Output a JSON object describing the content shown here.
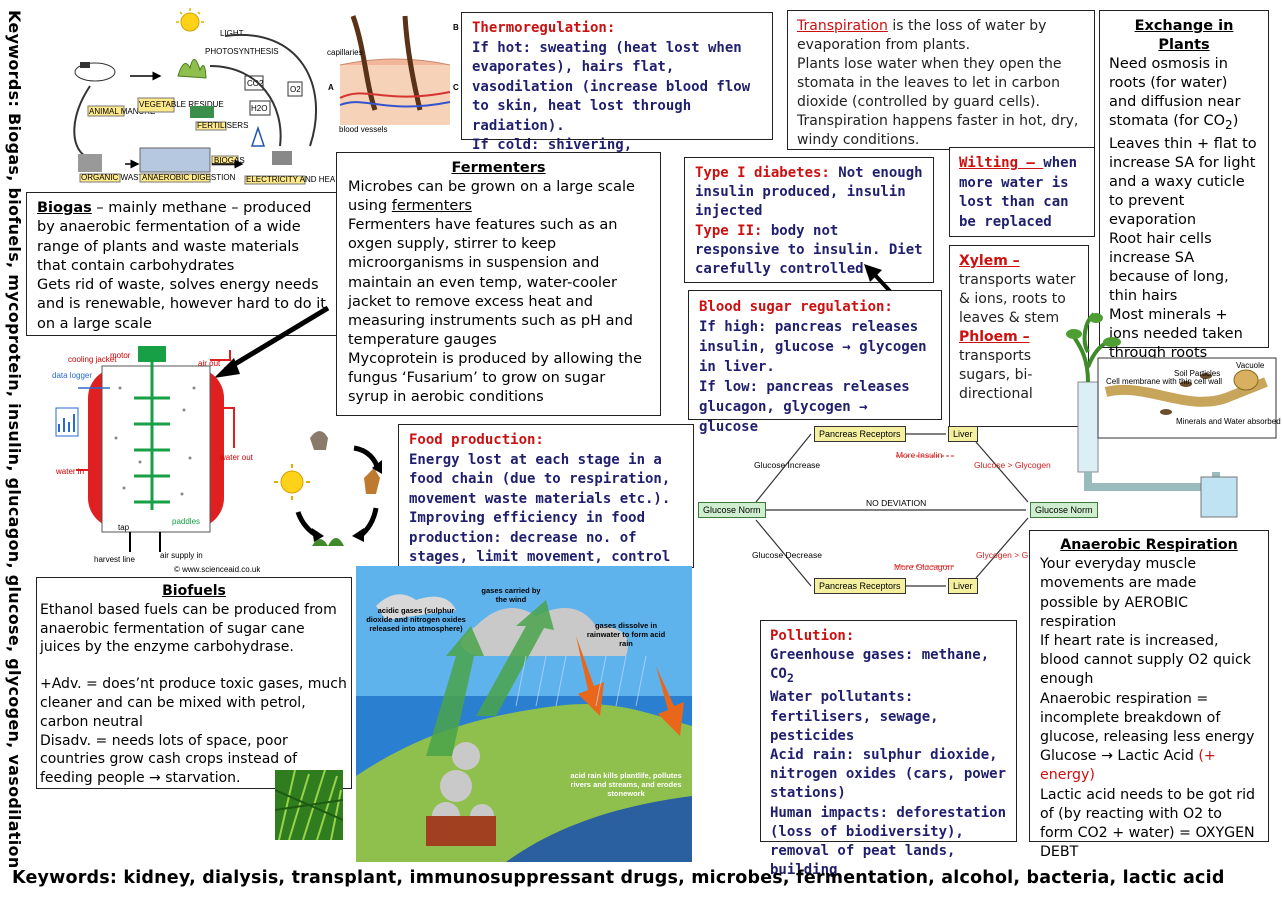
{
  "keywords_side": "Keywords: Biogas, biofuels, mycoprotein, insulin, glucagon, glucose, glycogen, vasodilation",
  "keywords_bottom": "Keywords: kidney, dialysis, transplant, immunosuppressant drugs, microbes, fermentation, alcohol, bacteria, lactic acid",
  "biogas": {
    "title": "Biogas",
    "text": " – mainly methane – produced by anaerobic fermentation of a wide range of plants and waste materials that contain carbohydrates",
    "text2": "Gets rid of waste, solves energy needs and is renewable, however hard to do it on a large scale"
  },
  "fermenters": {
    "title": "Fermenters",
    "line1": "Microbes can be grown on a large scale using ",
    "line1_u": "fermenters",
    "line2": "Fermenters have features such as an oxgen supply, stirrer to keep microorganisms in suspension and maintain an even temp, water-cooler jacket to remove excess heat and measuring instruments such as pH and temperature gauges",
    "line3": "Mycoprotein is produced by allowing the fungus ‘Fusarium’ to grow on sugar syrup in aerobic conditions"
  },
  "thermo": {
    "title": "Thermoregulation:",
    "hot": "If hot: sweating (heat lost when evaporates), hairs flat, vasodilation (increase blood flow to skin, heat lost through radiation).",
    "cold": "If cold: shivering, vasoconstriction"
  },
  "transpiration": {
    "title": "Transpiration",
    "t1": " is the loss of water by evaporation from plants.",
    "t2": " Plants lose water when they open the stomata in the leaves to let in carbon dioxide (controlled by guard cells).",
    "t3": "Transpiration happens faster in hot, dry, windy conditions."
  },
  "exchange": {
    "title": "Exchange in Plants",
    "t1": "Need osmosis in roots (for water) and diffusion near stomata (for CO",
    "t1_sub": "2",
    "t1_end": ")",
    "t2": "Leaves thin + flat to increase SA for light and a waxy cuticle to prevent evaporation",
    "t3": "Root hair cells increase SA because of long, thin hairs",
    "t4": "Most minerals + ions needed taken through roots"
  },
  "diabetes": {
    "t1_label": "Type I diabetes:",
    "t1": " Not enough insulin produced, insulin injected",
    "t2_label": "Type II:",
    "t2": " body not responsive to insulin. Diet carefully controlled."
  },
  "wilting": {
    "label": "Wilting – ",
    "text": "when more water is lost than can be replaced"
  },
  "xylem": {
    "x_label": "Xylem –",
    "x_text": "transports water & ions, roots to leaves & stem",
    "p_label": "Phloem –",
    "p_text": "transports sugars, bi-directional"
  },
  "bloodsugar": {
    "title": "Blood sugar regulation:",
    "high": "If high: pancreas releases insulin, glucose → glycogen in liver.",
    "low": "If low: pancreas releases glucagon, glycogen → glucose"
  },
  "food": {
    "title": "Food production:",
    "t1": "Energy lost at each stage in a food chain (due to respiration, movement waste materials etc.).",
    "t2": "Improving efficiency in food production: decrease no. of stages, limit movement, control temp."
  },
  "biofuels": {
    "title": "Biofuels",
    "t1": "Ethanol based fuels can be produced from anaerobic fermentation of sugar cane juices by the enzyme carbohydrase.",
    "t2": "+Adv. = does’nt produce toxic gases, much cleaner and can be mixed with petrol, carbon neutral",
    "t3": "Disadv. = needs lots of space, poor countries grow cash crops instead of feeding people → starvation."
  },
  "pollution": {
    "title": "Pollution:",
    "t1": "Greenhouse gases: methane, CO",
    "t1_sub": "2",
    "t2": "Water pollutants: fertilisers, sewage, pesticides",
    "t3": "Acid rain: sulphur dioxide, nitrogen oxides (cars, power stations)",
    "t4": "Human impacts: deforestation (loss of biodiversity), removal of peat lands, building"
  },
  "anaerobic": {
    "title": "Anaerobic Respiration",
    "t1": "Your everyday muscle movements are made possible by AEROBIC respiration",
    "t2": "If heart rate is increased, blood cannot supply O2 quick enough",
    "t3": "Anaerobic respiration = incomplete breakdown of glucose, releasing less energy",
    "t4a": "Glucose → Lactic Acid ",
    "t4b": "(+ energy)",
    "t5": "Lactic acid needs to be got rid of (by reacting with O2 to form CO2 + water) = OXYGEN DEBT"
  },
  "flow": {
    "glucose_norm_left": "Glucose Norm",
    "glucose_norm_right": "Glucose Norm",
    "pancreas_top": "Pancreas Receptors",
    "liver_top": "Liver",
    "pancreas_bottom": "Pancreas Receptors",
    "liver_bottom": "Liver",
    "glucose_increase": "Glucose Increase",
    "glucose_decrease": "Glucose Decrease",
    "more_insulin": "More Insulin",
    "more_glucagon": "More Glucagon",
    "glucose_glycogen": "Glucose > Glycogen",
    "glycogen_glucose": "Glycogen > G",
    "no_deviation": "NO DEVIATION"
  },
  "carbon_cycle": {
    "light": "LIGHT",
    "photosynthesis": "PHOTOSYNTHESIS",
    "co2": "CO2",
    "o2": "O2",
    "h2o": "H2O",
    "animal_manure": "ANIMAL MANURE",
    "vegetable_residue": "VEGETABLE RESIDUE",
    "fertilisers": "FERTILISERS",
    "organic_waste": "ORGANIC WASTE",
    "anaerobic_digestion": "ANAEROBIC DIGESTION",
    "biogas": "BIOGAS",
    "electricity": "ELECTRICITY AND HEAT"
  },
  "skin": {
    "capillaries": "capillaries",
    "blood_vessels": "blood vessels",
    "a": "A",
    "b": "B",
    "c": "C"
  },
  "fermenter_diagram": {
    "motor": "motor",
    "air_out": "air out",
    "cooling_jacket": "cooling jacket",
    "data_logger": "data logger",
    "water_in": "water in",
    "water_out": "water out",
    "paddles": "paddles",
    "tap": "tap",
    "harvest_line": "harvest line",
    "air_supply": "air supply in",
    "credit": "© www.scienceaid.co.uk"
  },
  "acid_rain": {
    "gases": "acidic gases (sulphur dioxide and nitrogen oxides released into atmosphere)",
    "carried": "gases carried by the wind",
    "dissolve": "gases dissolve in rainwater to form acid rain",
    "kills": "acid rain kills plantlife, pollutes rivers and streams, and erodes stonework"
  },
  "root_diagram": {
    "vacuole": "Vacuole",
    "membrane": "Cell membrane with thin cell wall",
    "soil": "Soil Particles",
    "minerals": "Minerals and Water absorbed"
  }
}
